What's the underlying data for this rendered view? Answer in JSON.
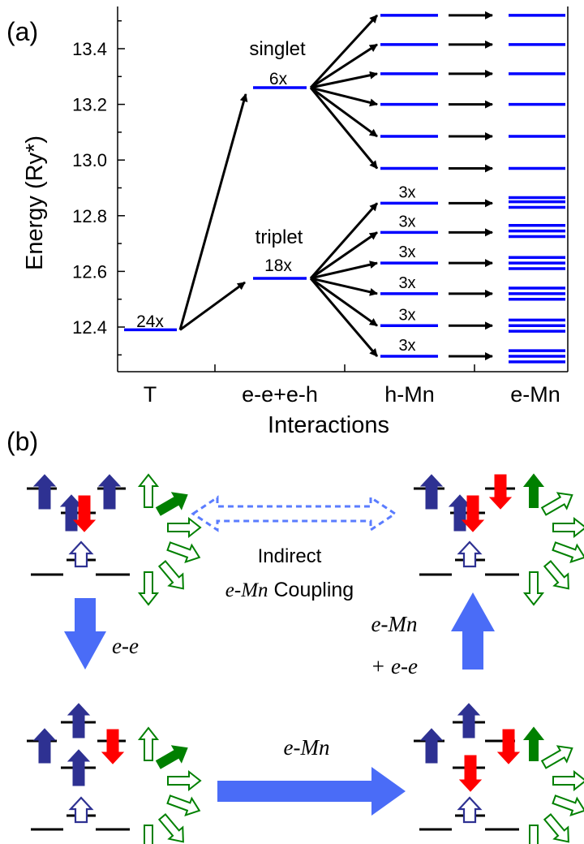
{
  "panel_a": {
    "label": "(a)",
    "ylabel": "Energy (Ry*)",
    "xlabel": "Interactions",
    "categories": [
      "T",
      "e-e+e-h",
      "h-Mn",
      "e-Mn"
    ],
    "yticks": [
      "12.4",
      "12.6",
      "12.8",
      "13.0",
      "13.2",
      "13.4"
    ],
    "annotations": {
      "singlet": "singlet",
      "triplet": "triplet",
      "deg_T": "24x",
      "deg_singlet": "6x",
      "deg_triplet": "18x",
      "deg_hmn": "3x"
    },
    "colors": {
      "level": "#0000ff",
      "arrow": "#000000"
    }
  },
  "chart_data": {
    "type": "energy-level diagram",
    "xlabel": "Interactions",
    "ylabel": "Energy (Ry*)",
    "ylim": [
      12.25,
      13.55
    ],
    "categories": [
      "T",
      "e-e+e-h",
      "h-Mn",
      "e-Mn"
    ],
    "levels": [
      {
        "category": "T",
        "energies": [
          12.39
        ],
        "label": "24x"
      },
      {
        "category": "e-e+e-h",
        "energies": [
          13.26
        ],
        "label": "6x",
        "state": "singlet"
      },
      {
        "category": "e-e+e-h",
        "energies": [
          12.575
        ],
        "label": "18x",
        "state": "triplet"
      },
      {
        "category": "h-Mn",
        "energies": [
          13.52,
          13.415,
          13.31,
          13.2,
          13.085,
          12.97
        ]
      },
      {
        "category": "h-Mn",
        "energies": [
          12.845,
          12.74,
          12.63,
          12.52,
          12.405,
          12.295
        ],
        "label": "3x"
      },
      {
        "category": "e-Mn",
        "energies": [
          13.52,
          13.415,
          13.31,
          13.2,
          13.085,
          12.97
        ]
      },
      {
        "category": "e-Mn",
        "energies": [
          12.865,
          12.85,
          12.83,
          12.765,
          12.745,
          12.725,
          12.65,
          12.63,
          12.61,
          12.54,
          12.52,
          12.5,
          12.425,
          12.405,
          12.385,
          12.315,
          12.295,
          12.275
        ]
      }
    ]
  },
  "panel_b": {
    "label": "(b)",
    "arrow_top_label_1": "Indirect",
    "arrow_top_label_2_italic": "e-Mn",
    "arrow_top_label_2_rest": " Coupling",
    "arrow_left_label": "e-e",
    "arrow_right_label_1": "e-Mn",
    "arrow_right_label_2": "+ e-e",
    "arrow_bottom_label": "e-Mn",
    "colors": {
      "spin_up": "#2e3192",
      "spin_down": "#ff0000",
      "mn": "#008000",
      "process_arrow": "#4a6cf7",
      "indirect_arrow": "#6a8cff"
    }
  }
}
